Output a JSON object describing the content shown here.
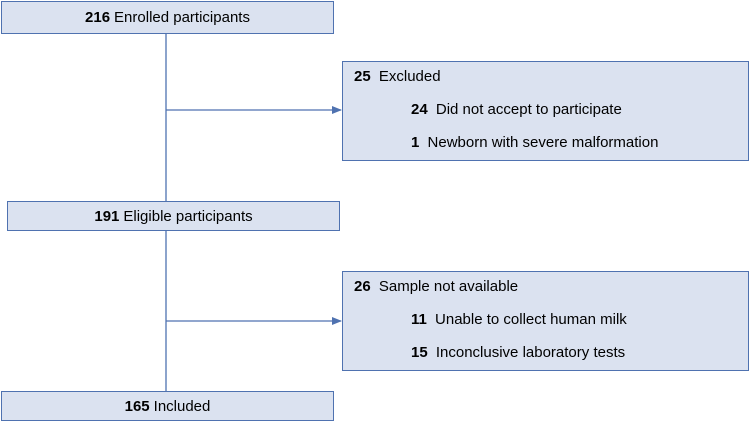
{
  "enrolled": {
    "count": "216",
    "label": "Enrolled participants"
  },
  "excluded": {
    "count": "25",
    "label": "Excluded",
    "items": [
      {
        "count": "24",
        "label": "Did not accept to participate"
      },
      {
        "count": "1",
        "label": "Newborn with severe malformation"
      }
    ]
  },
  "eligible": {
    "count": "191",
    "label": "Eligible participants"
  },
  "not_available": {
    "count": "26",
    "label": "Sample not available",
    "items": [
      {
        "count": "11",
        "label": "Unable to collect human milk"
      },
      {
        "count": "15",
        "label": "Inconclusive laboratory tests"
      }
    ]
  },
  "included": {
    "count": "165",
    "label": "Included"
  },
  "colors": {
    "box_fill": "#dbe2f0",
    "border": "#4f72b0",
    "connector": "#4f72b0"
  }
}
